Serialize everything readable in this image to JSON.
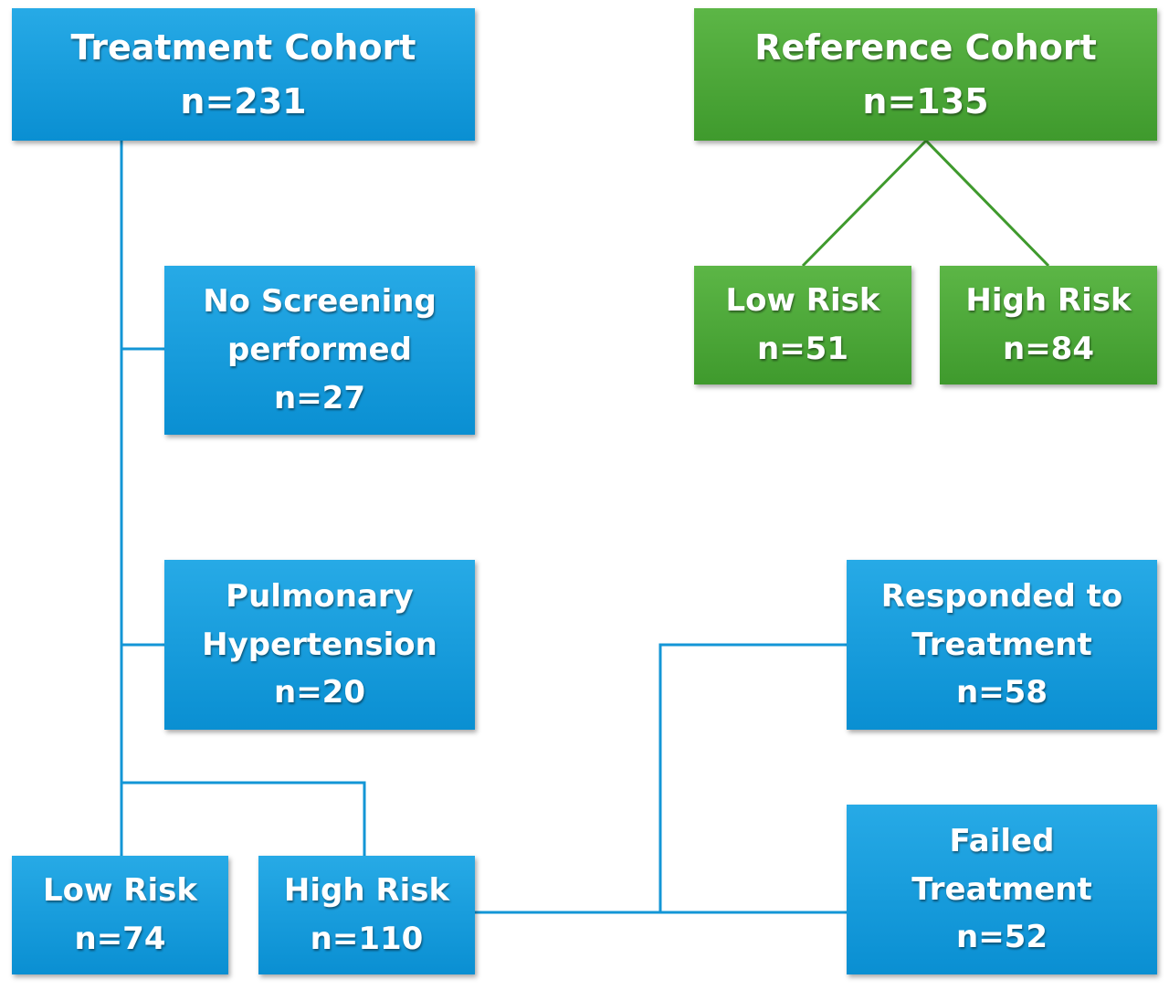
{
  "treatment_cohort": {
    "title": "Treatment Cohort",
    "n": "n=231"
  },
  "reference_cohort": {
    "title": "Reference Cohort",
    "n": "n=135"
  },
  "reference_low_risk": {
    "line1": "Low Risk",
    "n": "n=51"
  },
  "reference_high_risk": {
    "line1": "High Risk",
    "n": "n=84"
  },
  "no_screening": {
    "line1": "No Screening",
    "line2": "performed",
    "n": "n=27"
  },
  "pulmonary_hypertension": {
    "line1": "Pulmonary",
    "line2": "Hypertension",
    "n": "n=20"
  },
  "treatment_low_risk": {
    "line1": "Low Risk",
    "n": "n=74"
  },
  "treatment_high_risk": {
    "line1": "High Risk",
    "n": "n=110"
  },
  "responded": {
    "line1": "Responded to",
    "line2": "Treatment",
    "n": "n=58"
  },
  "failed": {
    "line1": "Failed",
    "line2": "Treatment",
    "n": "n=52"
  },
  "colors": {
    "blue_box": "#0a8fd2",
    "green_box": "#3f9a2d",
    "blue_connector": "#1396d6",
    "green_connector": "#3f9a2d"
  }
}
